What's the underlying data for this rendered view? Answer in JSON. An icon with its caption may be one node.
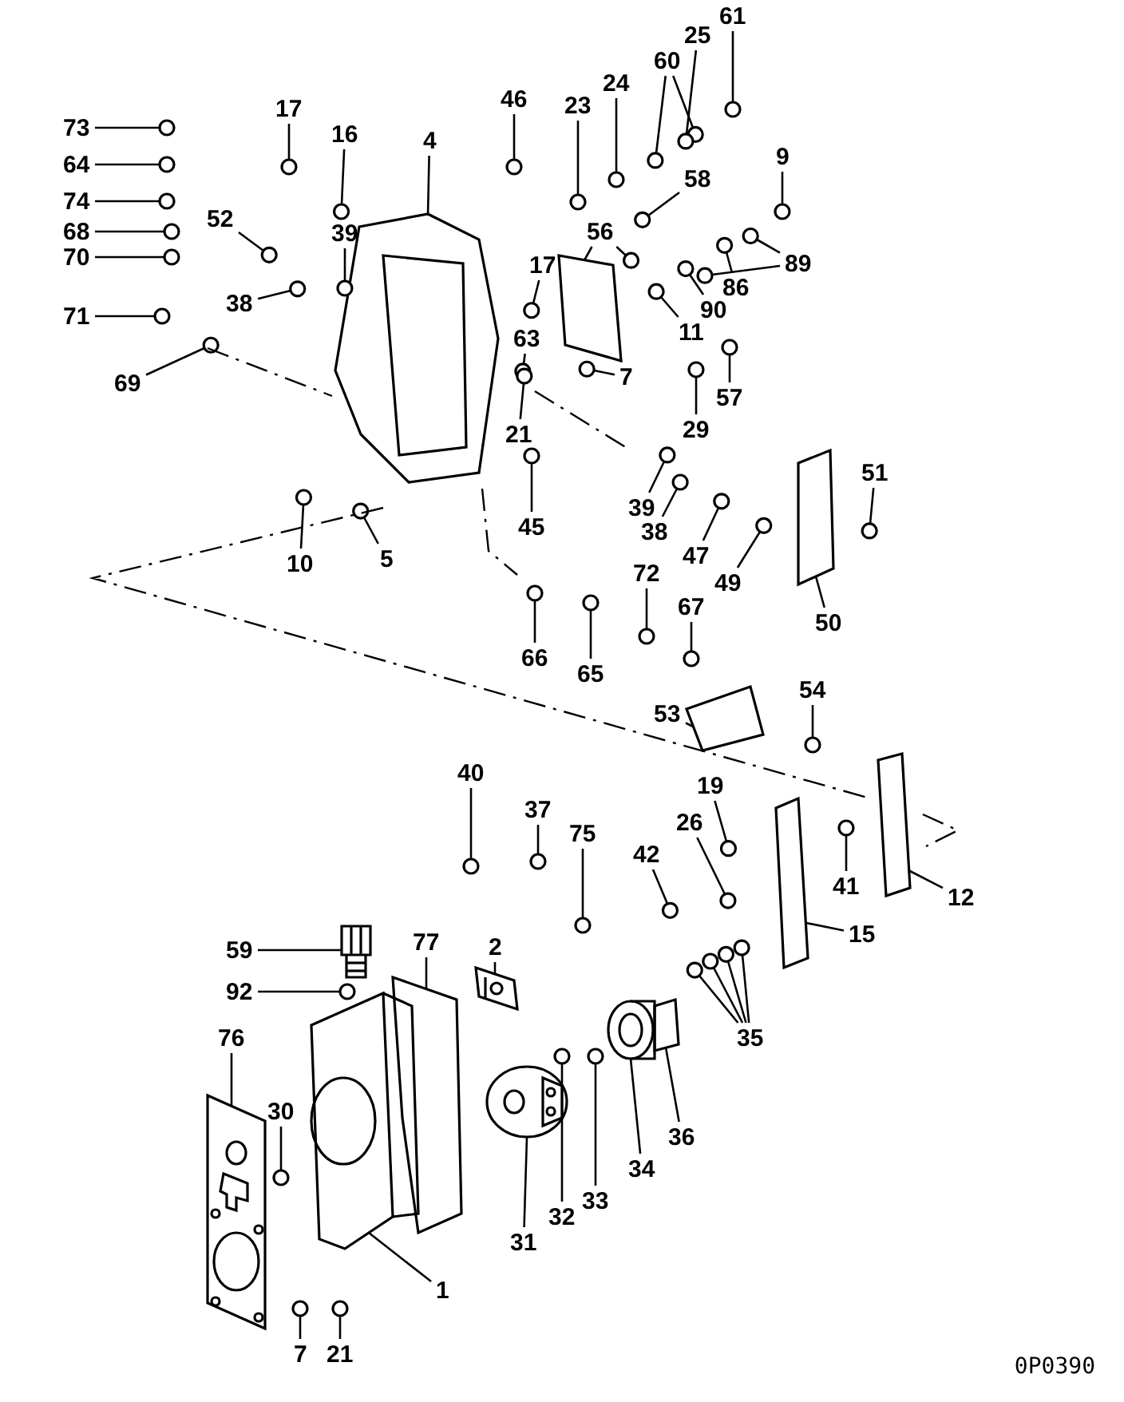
{
  "diagram": {
    "nodes": [
      {
        "text": [
          "73"
        ]
      },
      {
        "text": [
          "64"
        ]
      },
      {
        "text": [
          "74"
        ]
      },
      {
        "text": [
          "68"
        ]
      },
      {
        "text": [
          "70"
        ]
      },
      {
        "text": [
          "71"
        ]
      },
      {
        "text": [
          "69"
        ]
      },
      {
        "text": [
          "17"
        ]
      },
      {
        "text": [
          "16"
        ]
      },
      {
        "text": [
          "4"
        ]
      },
      {
        "text": [
          "52"
        ]
      },
      {
        "text": [
          "39"
        ]
      },
      {
        "text": [
          "38"
        ]
      },
      {
        "text": [
          "46"
        ]
      },
      {
        "text": [
          "23"
        ]
      },
      {
        "text": [
          "24"
        ]
      },
      {
        "text": [
          "60"
        ]
      },
      {
        "text": [
          "25"
        ]
      },
      {
        "text": [
          "61"
        ]
      },
      {
        "text": [
          "58"
        ]
      },
      {
        "text": [
          "9"
        ]
      },
      {
        "text": [
          "17"
        ]
      },
      {
        "text": [
          "56"
        ]
      },
      {
        "text": [
          "63"
        ]
      },
      {
        "text": [
          "7"
        ]
      },
      {
        "text": [
          "11"
        ]
      },
      {
        "text": [
          "90"
        ]
      },
      {
        "text": [
          "86"
        ]
      },
      {
        "text": [
          "89"
        ]
      },
      {
        "text": [
          "29"
        ]
      },
      {
        "text": [
          "57"
        ]
      },
      {
        "text": [
          "21"
        ]
      },
      {
        "text": [
          "45"
        ]
      },
      {
        "text": [
          "10"
        ]
      },
      {
        "text": [
          "5"
        ]
      },
      {
        "text": [
          "39"
        ]
      },
      {
        "text": [
          "38"
        ]
      },
      {
        "text": [
          "47"
        ]
      },
      {
        "text": [
          "49"
        ]
      },
      {
        "text": [
          "50"
        ]
      },
      {
        "text": [
          "51"
        ]
      },
      {
        "text": [
          "66"
        ]
      },
      {
        "text": [
          "65"
        ]
      },
      {
        "text": [
          "72"
        ]
      },
      {
        "text": [
          "67"
        ]
      },
      {
        "text": [
          "53"
        ]
      },
      {
        "text": [
          "54"
        ]
      },
      {
        "text": [
          "40"
        ]
      },
      {
        "text": [
          "37"
        ]
      },
      {
        "text": [
          "75"
        ]
      },
      {
        "text": [
          "42"
        ]
      },
      {
        "text": [
          "26"
        ]
      },
      {
        "text": [
          "19"
        ]
      },
      {
        "text": [
          "41"
        ]
      },
      {
        "text": [
          "12"
        ]
      },
      {
        "text": [
          "15"
        ]
      },
      {
        "text": [
          "35"
        ]
      },
      {
        "text": [
          "36"
        ]
      },
      {
        "text": [
          "34"
        ]
      },
      {
        "text": [
          "33"
        ]
      },
      {
        "text": [
          "32"
        ]
      },
      {
        "text": [
          "31"
        ]
      },
      {
        "text": [
          "2"
        ]
      },
      {
        "text": [
          "77"
        ]
      },
      {
        "text": [
          "59"
        ]
      },
      {
        "text": [
          "92"
        ]
      },
      {
        "text": [
          "76"
        ]
      },
      {
        "text": [
          "30"
        ]
      },
      {
        "text": [
          "1"
        ]
      },
      {
        "text": [
          "7"
        ]
      },
      {
        "text": [
          "21"
        ]
      },
      {
        "text": [],
        "shape": "circle"
      },
      {
        "text": [],
        "shape": "circle"
      },
      {
        "text": [],
        "shape": "circle"
      },
      {
        "text": [],
        "shape": "circle"
      },
      {
        "text": [],
        "shape": "circle"
      },
      {
        "text": [],
        "shape": "circle"
      },
      {
        "text": [],
        "shape": "circle"
      },
      {
        "text": [],
        "shape": "circle"
      },
      {
        "text": [],
        "shape": "circle"
      },
      {
        "text": [],
        "shape": "picture"
      },
      {
        "text": [],
        "shape": "circle"
      },
      {
        "text": [],
        "shape": "circle"
      },
      {
        "text": [],
        "shape": "circle"
      },
      {
        "text": [],
        "shape": "circle"
      },
      {
        "text": [],
        "shape": "circle"
      },
      {
        "text": [],
        "shape": "circle"
      },
      {
        "text": [],
        "shape": "circle"
      },
      {
        "text": [],
        "shape": "circle"
      },
      {
        "text": [],
        "shape": "circle"
      },
      {
        "text": [],
        "shape": "circle"
      },
      {
        "text": [],
        "shape": "circle"
      },
      {
        "text": [],
        "shape": "circle"
      },
      {
        "text": [],
        "shape": "circle"
      },
      {
        "text": [],
        "shape": "picture"
      },
      {
        "text": [],
        "shape": "circle"
      },
      {
        "text": [],
        "shape": "circle"
      },
      {
        "text": [],
        "shape": "circle"
      },
      {
        "text": [],
        "shape": "circle"
      },
      {
        "text": [],
        "shape": "circle"
      },
      {
        "text": [],
        "shape": "circle"
      },
      {
        "text": [],
        "shape": "circle"
      },
      {
        "text": [],
        "shape": "circle"
      },
      {
        "text": [],
        "shape": "circle"
      },
      {
        "text": [],
        "shape": "circle"
      },
      {
        "text": [],
        "shape": "circle"
      },
      {
        "text": [],
        "shape": "circle"
      },
      {
        "text": [],
        "shape": "circle"
      },
      {
        "text": [],
        "shape": "circle"
      },
      {
        "text": [],
        "shape": "circle"
      },
      {
        "text": [],
        "shape": "circle"
      },
      {
        "text": [],
        "shape": "circle"
      },
      {
        "text": [],
        "shape": "circle"
      },
      {
        "text": [],
        "shape": "picture"
      },
      {
        "text": [],
        "shape": "circle"
      },
      {
        "text": [],
        "shape": "circle"
      },
      {
        "text": [],
        "shape": "circle"
      },
      {
        "text": [],
        "shape": "circle"
      },
      {
        "text": [],
        "shape": "circle"
      },
      {
        "text": [],
        "shape": "picture"
      },
      {
        "text": [],
        "shape": "circle"
      },
      {
        "text": [],
        "shape": "circle"
      },
      {
        "text": [],
        "shape": "circle"
      },
      {
        "text": [],
        "shape": "circle"
      },
      {
        "text": [],
        "shape": "circle"
      },
      {
        "text": [],
        "shape": "circle"
      },
      {
        "text": [],
        "shape": "circle"
      },
      {
        "text": [],
        "shape": "circle"
      },
      {
        "text": [],
        "shape": "picture"
      },
      {
        "text": [],
        "shape": "picture"
      },
      {
        "text": [],
        "shape": "circle"
      },
      {
        "text": [],
        "shape": "circle"
      },
      {
        "text": [],
        "shape": "circle"
      },
      {
        "text": [],
        "shape": "circle"
      },
      {
        "text": [],
        "shape": "picture"
      },
      {
        "text": [],
        "shape": "picture"
      },
      {
        "text": [],
        "shape": "circle"
      },
      {
        "text": [],
        "shape": "circle"
      },
      {
        "text": [],
        "shape": "picture"
      },
      {
        "text": [],
        "shape": "picture"
      },
      {
        "text": [],
        "shape": "picture"
      },
      {
        "text": [],
        "shape": "picture"
      },
      {
        "text": [],
        "shape": "circle"
      },
      {
        "text": [],
        "shape": "picture"
      },
      {
        "text": [],
        "shape": "circle"
      },
      {
        "text": [],
        "shape": "picture"
      },
      {
        "text": [],
        "shape": "circle"
      },
      {
        "text": [],
        "shape": "circle"
      }
    ],
    "edges": [
      {
        "from": 0,
        "to": 71,
        "arrow": "none"
      },
      {
        "from": 1,
        "to": 72,
        "arrow": "none"
      },
      {
        "from": 2,
        "to": 73,
        "arrow": "none"
      },
      {
        "from": 3,
        "to": 74,
        "arrow": "none"
      },
      {
        "from": 4,
        "to": 75,
        "arrow": "none"
      },
      {
        "from": 5,
        "to": 76,
        "arrow": "none"
      },
      {
        "from": 6,
        "to": 77,
        "arrow": "none"
      },
      {
        "from": 7,
        "to": 78,
        "arrow": "none"
      },
      {
        "from": 8,
        "to": 79,
        "arrow": "none"
      },
      {
        "from": 9,
        "to": 80,
        "arrow": "none"
      },
      {
        "from": 10,
        "to": 81,
        "arrow": "none"
      },
      {
        "from": 11,
        "to": 82,
        "arrow": "none"
      },
      {
        "from": 12,
        "to": 83,
        "arrow": "none"
      },
      {
        "from": 13,
        "to": 84,
        "arrow": "none"
      },
      {
        "from": 14,
        "to": 85,
        "arrow": "none"
      },
      {
        "from": 15,
        "to": 86,
        "arrow": "none"
      },
      {
        "from": 16,
        "to": 87,
        "arrow": "none"
      },
      {
        "from": 16,
        "to": 88,
        "arrow": "none"
      },
      {
        "from": 17,
        "to": 89,
        "arrow": "none"
      },
      {
        "from": 18,
        "to": 90,
        "arrow": "none"
      },
      {
        "from": 19,
        "to": 91,
        "arrow": "none"
      },
      {
        "from": 20,
        "to": 92,
        "arrow": "none"
      },
      {
        "from": 21,
        "to": 93,
        "arrow": "none"
      },
      {
        "from": 22,
        "to": 94,
        "arrow": "none"
      },
      {
        "from": 22,
        "to": 95,
        "arrow": "none"
      },
      {
        "from": 23,
        "to": 96,
        "arrow": "none"
      },
      {
        "from": 24,
        "to": 97,
        "arrow": "none"
      },
      {
        "from": 25,
        "to": 98,
        "arrow": "none"
      },
      {
        "from": 26,
        "to": 99,
        "arrow": "none"
      },
      {
        "from": 27,
        "to": 100,
        "arrow": "none"
      },
      {
        "from": 28,
        "to": 101,
        "arrow": "none"
      },
      {
        "from": 28,
        "to": 102,
        "arrow": "none"
      },
      {
        "from": 29,
        "to": 103,
        "arrow": "none"
      },
      {
        "from": 30,
        "to": 104,
        "arrow": "none"
      },
      {
        "from": 31,
        "to": 105,
        "arrow": "none"
      },
      {
        "from": 32,
        "to": 106,
        "arrow": "none"
      },
      {
        "from": 33,
        "to": 107,
        "arrow": "none"
      },
      {
        "from": 34,
        "to": 108,
        "arrow": "none"
      },
      {
        "from": 35,
        "to": 109,
        "arrow": "none"
      },
      {
        "from": 36,
        "to": 110,
        "arrow": "none"
      },
      {
        "from": 37,
        "to": 111,
        "arrow": "none"
      },
      {
        "from": 38,
        "to": 112,
        "arrow": "none"
      },
      {
        "from": 39,
        "to": 113,
        "arrow": "none"
      },
      {
        "from": 40,
        "to": 114,
        "arrow": "none"
      },
      {
        "from": 41,
        "to": 115,
        "arrow": "none"
      },
      {
        "from": 42,
        "to": 116,
        "arrow": "none"
      },
      {
        "from": 43,
        "to": 117,
        "arrow": "none"
      },
      {
        "from": 44,
        "to": 118,
        "arrow": "none"
      },
      {
        "from": 45,
        "to": 119,
        "arrow": "none"
      },
      {
        "from": 46,
        "to": 120,
        "arrow": "none"
      },
      {
        "from": 47,
        "to": 121,
        "arrow": "none"
      },
      {
        "from": 48,
        "to": 122,
        "arrow": "none"
      },
      {
        "from": 49,
        "to": 123,
        "arrow": "none"
      },
      {
        "from": 50,
        "to": 124,
        "arrow": "none"
      },
      {
        "from": 51,
        "to": 125,
        "arrow": "none"
      },
      {
        "from": 52,
        "to": 126,
        "arrow": "none"
      },
      {
        "from": 53,
        "to": 127,
        "arrow": "none"
      },
      {
        "from": 54,
        "to": 128,
        "arrow": "none"
      },
      {
        "from": 55,
        "to": 129,
        "arrow": "none"
      },
      {
        "from": 56,
        "to": 130,
        "arrow": "none"
      },
      {
        "from": 56,
        "to": 131,
        "arrow": "none"
      },
      {
        "from": 56,
        "to": 132,
        "arrow": "none"
      },
      {
        "from": 56,
        "to": 133,
        "arrow": "none"
      },
      {
        "from": 57,
        "to": 134,
        "arrow": "none"
      },
      {
        "from": 58,
        "to": 135,
        "arrow": "none"
      },
      {
        "from": 59,
        "to": 136,
        "arrow": "none"
      },
      {
        "from": 60,
        "to": 137,
        "arrow": "none"
      },
      {
        "from": 61,
        "to": 138,
        "arrow": "none"
      },
      {
        "from": 62,
        "to": 139,
        "arrow": "none"
      },
      {
        "from": 63,
        "to": 140,
        "arrow": "none"
      },
      {
        "from": 64,
        "to": 141,
        "arrow": "none"
      },
      {
        "from": 65,
        "to": 142,
        "arrow": "none"
      },
      {
        "from": 66,
        "to": 143,
        "arrow": "none"
      },
      {
        "from": 67,
        "to": 144,
        "arrow": "none"
      },
      {
        "from": 68,
        "to": 145,
        "arrow": "none"
      },
      {
        "from": 69,
        "to": 146,
        "arrow": "none"
      },
      {
        "from": 70,
        "to": 147,
        "arrow": "none"
      }
    ],
    "labels": [
      "0P0390"
    ]
  }
}
